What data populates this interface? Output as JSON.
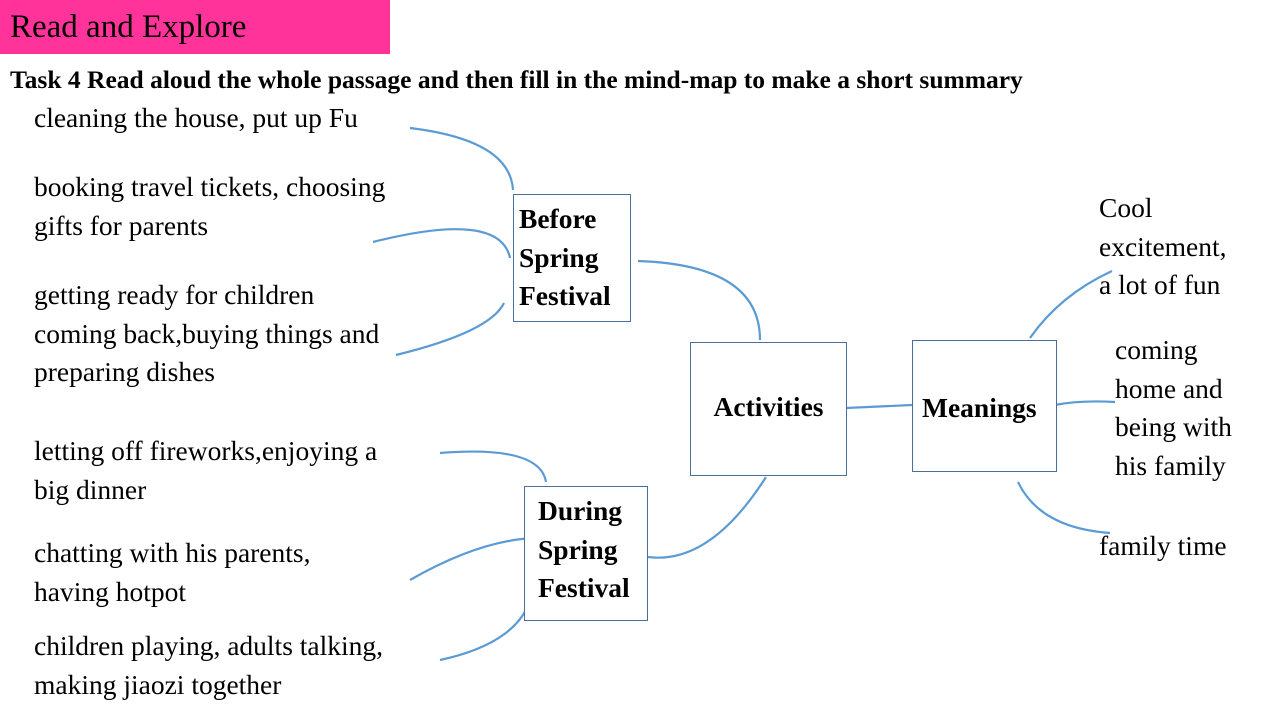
{
  "header": {
    "title": "Read and Explore"
  },
  "task": "Task 4 Read aloud the whole passage and then fill in the mind-map to make a short summary",
  "nodes": {
    "before": [
      "Before",
      "Spring",
      "Festival"
    ],
    "during": [
      "During",
      "Spring",
      "Festival"
    ],
    "activities": "Activities",
    "meanings": "Meanings"
  },
  "before_items": [
    [
      "cleaning the house, put up Fu"
    ],
    [
      "booking travel tickets, choosing",
      "gifts for parents"
    ],
    [
      "getting ready for children",
      "coming back,buying things and",
      "preparing dishes"
    ]
  ],
  "during_items": [
    [
      "letting off fireworks,enjoying a",
      "big dinner"
    ],
    [
      "chatting with his parents,",
      "having hotpot"
    ],
    [
      "children playing, adults talking,",
      "making jiaozi together"
    ]
  ],
  "meaning_items": [
    [
      "Cool",
      "excitement,",
      "a lot of fun"
    ],
    [
      "coming",
      "home and",
      "being with",
      "his family"
    ],
    [
      "family time"
    ]
  ],
  "colors": {
    "header": "#FF3399",
    "connector": "#5B9BD5",
    "box_border": "#4a6f9a"
  }
}
